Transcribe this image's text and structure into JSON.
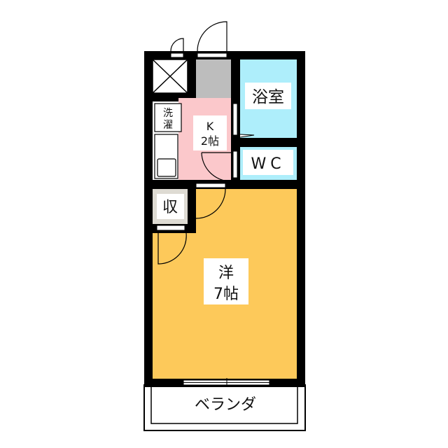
{
  "rooms": {
    "bath": "浴室",
    "wc": "WC",
    "kitchen_type": "K",
    "kitchen_size": "2帖",
    "laundry_1": "洗",
    "laundry_2": "濯",
    "storage": "収",
    "western_type": "洋",
    "western_size": "7帖",
    "balcony": "ベランダ"
  },
  "colors": {
    "western": "#FDC95A",
    "kitchen": "#FBC8CB",
    "wet": "#AEEEFB",
    "entry": "#BDBDBD",
    "storage": "#DEDBD3",
    "wall": "#000000"
  }
}
